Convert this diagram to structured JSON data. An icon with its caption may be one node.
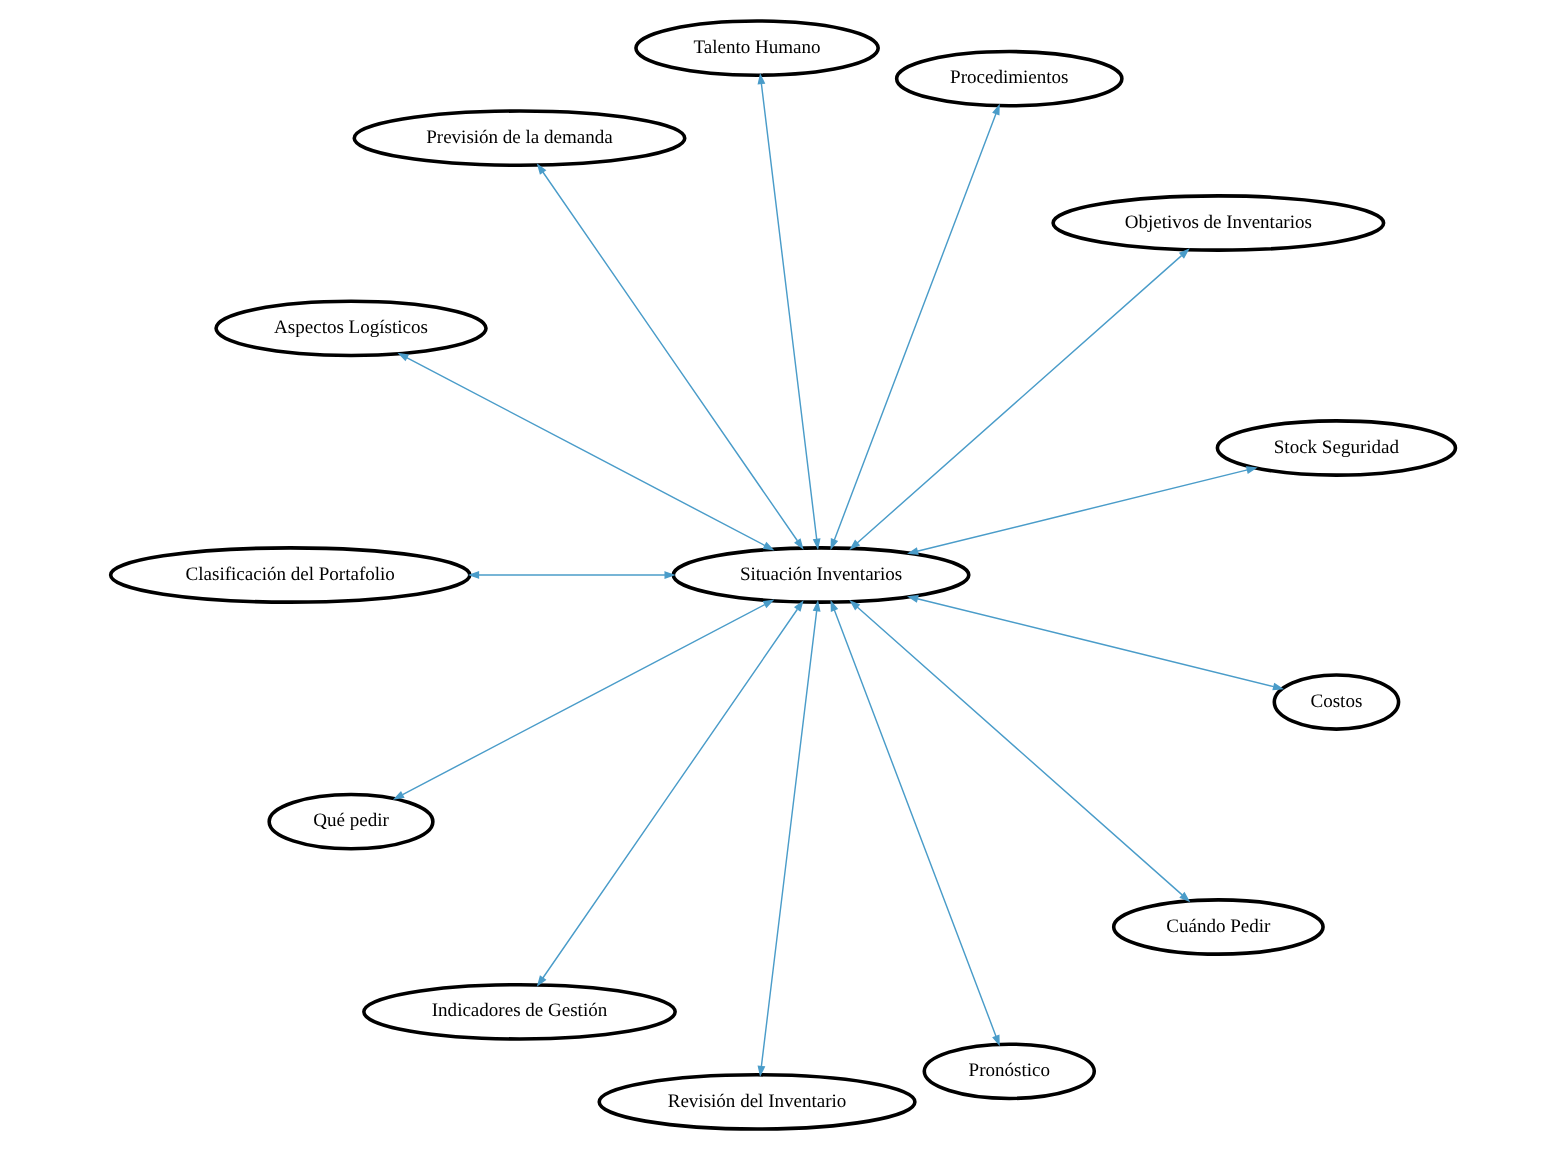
{
  "diagram": {
    "nodes": [
      {
        "text": [
          "Stock Seguridad"
        ]
      },
      {
        "text": [
          "Objetivos de Inventarios"
        ]
      },
      {
        "text": [
          "Procedimientos"
        ]
      },
      {
        "text": [
          "Talento Humano"
        ]
      },
      {
        "text": [
          "Previsión de la demanda"
        ]
      },
      {
        "text": [
          "Aspectos Logísticos"
        ]
      },
      {
        "text": [
          "Situación Inventarios"
        ]
      },
      {
        "text": [
          "Clasificación del Portafolio"
        ]
      },
      {
        "text": [
          "Qué pedir"
        ]
      },
      {
        "text": [
          "Indicadores de Gestión"
        ]
      },
      {
        "text": [
          "Revisión del Inventario"
        ]
      },
      {
        "text": [
          "Pronóstico"
        ]
      },
      {
        "text": [
          "Cuándo Pedir"
        ]
      },
      {
        "text": [
          "Costos"
        ]
      }
    ],
    "edges": [
      {
        "from": 6,
        "to": 0,
        "arrow": "both"
      },
      {
        "from": 6,
        "to": 3,
        "arrow": "both"
      },
      {
        "from": 6,
        "to": 5,
        "arrow": "both"
      },
      {
        "from": 6,
        "to": 7,
        "arrow": "both"
      },
      {
        "from": 6,
        "to": 9,
        "arrow": "both"
      },
      {
        "from": 6,
        "to": 12,
        "arrow": "both"
      },
      {
        "from": 6,
        "to": 11,
        "arrow": "both"
      },
      {
        "from": 6,
        "to": 13,
        "arrow": "both"
      },
      {
        "from": 6,
        "to": 10,
        "arrow": "both"
      },
      {
        "from": 6,
        "to": 8,
        "arrow": "both"
      },
      {
        "from": 6,
        "to": 4,
        "arrow": "both"
      },
      {
        "from": 6,
        "to": 2,
        "arrow": "both"
      },
      {
        "from": 6,
        "to": 1,
        "arrow": "both"
      }
    ]
  }
}
